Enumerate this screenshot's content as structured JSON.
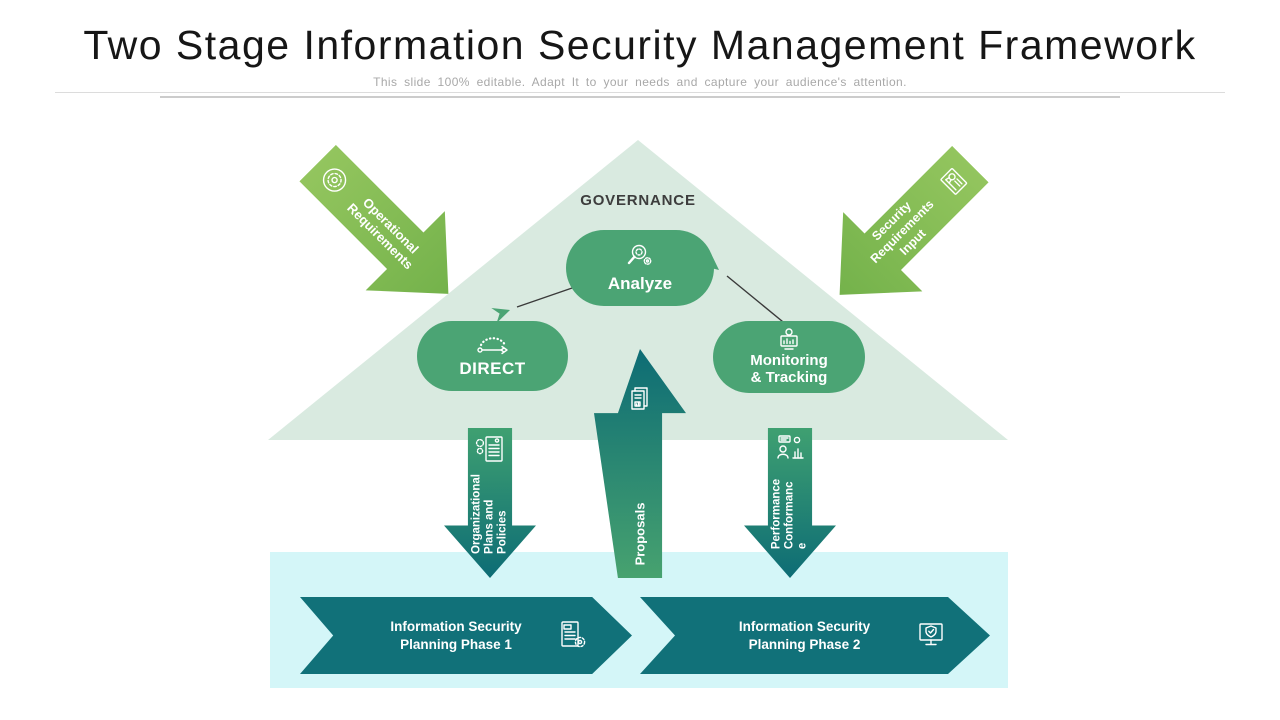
{
  "header": {
    "title": "Two Stage Information Security Management Framework",
    "subtitle": "This slide 100% editable. Adapt It to your needs and capture your audience's attention."
  },
  "pyramid": {
    "label": "GOVERNANCE",
    "nodes": [
      {
        "id": "analyze",
        "label": "Analyze",
        "icon": "magnifier-gear-icon"
      },
      {
        "id": "direct",
        "label": "DIRECT",
        "icon": "direction-arrow-icon"
      },
      {
        "id": "monitoring",
        "lines": [
          "Monitoring",
          "& Tracking"
        ],
        "icon": "monitor-tracking-icon"
      }
    ],
    "connectors": [
      {
        "from": "Analyze",
        "to": "DIRECT"
      },
      {
        "from": "Monitoring & Tracking",
        "to": "Analyze"
      }
    ]
  },
  "input_arrows": {
    "left": {
      "lines": [
        "Operational",
        "Requirements"
      ],
      "icon": "gear-badge-icon"
    },
    "right": {
      "lines": [
        "Security",
        "Requirements",
        "Input"
      ],
      "icon": "certificate-icon"
    }
  },
  "flow_arrows": [
    {
      "direction": "down",
      "lines": [
        "Organizational",
        "Plans and",
        "Policies"
      ],
      "icon": "clipboard-gear-icon"
    },
    {
      "direction": "up",
      "lines": [
        "Proposals"
      ],
      "icon": "documents-icon"
    },
    {
      "direction": "down",
      "lines": [
        "Performance",
        "Conformanc",
        "e"
      ],
      "icon": "people-chart-icon"
    }
  ],
  "phases": [
    {
      "lines": [
        "Information Security",
        "Planning Phase 1"
      ],
      "icon": "document-gear-icon"
    },
    {
      "lines": [
        "Information Security",
        "Planning Phase 2"
      ],
      "icon": "monitor-check-icon"
    }
  ],
  "colors": {
    "triangle_fill": "#D9EAE0",
    "node_green": "#4BA474",
    "lime_arrow_start": "#93C55E",
    "lime_arrow_end": "#74B24B",
    "flow_green": "#3FA071",
    "flow_teal": "#0D6C75",
    "band_cyan": "#D4F6F8",
    "phase_teal": "#117179",
    "title_text": "#161616",
    "subtitle_text": "#a8a8a8",
    "governance_text": "#3d3d3d"
  }
}
